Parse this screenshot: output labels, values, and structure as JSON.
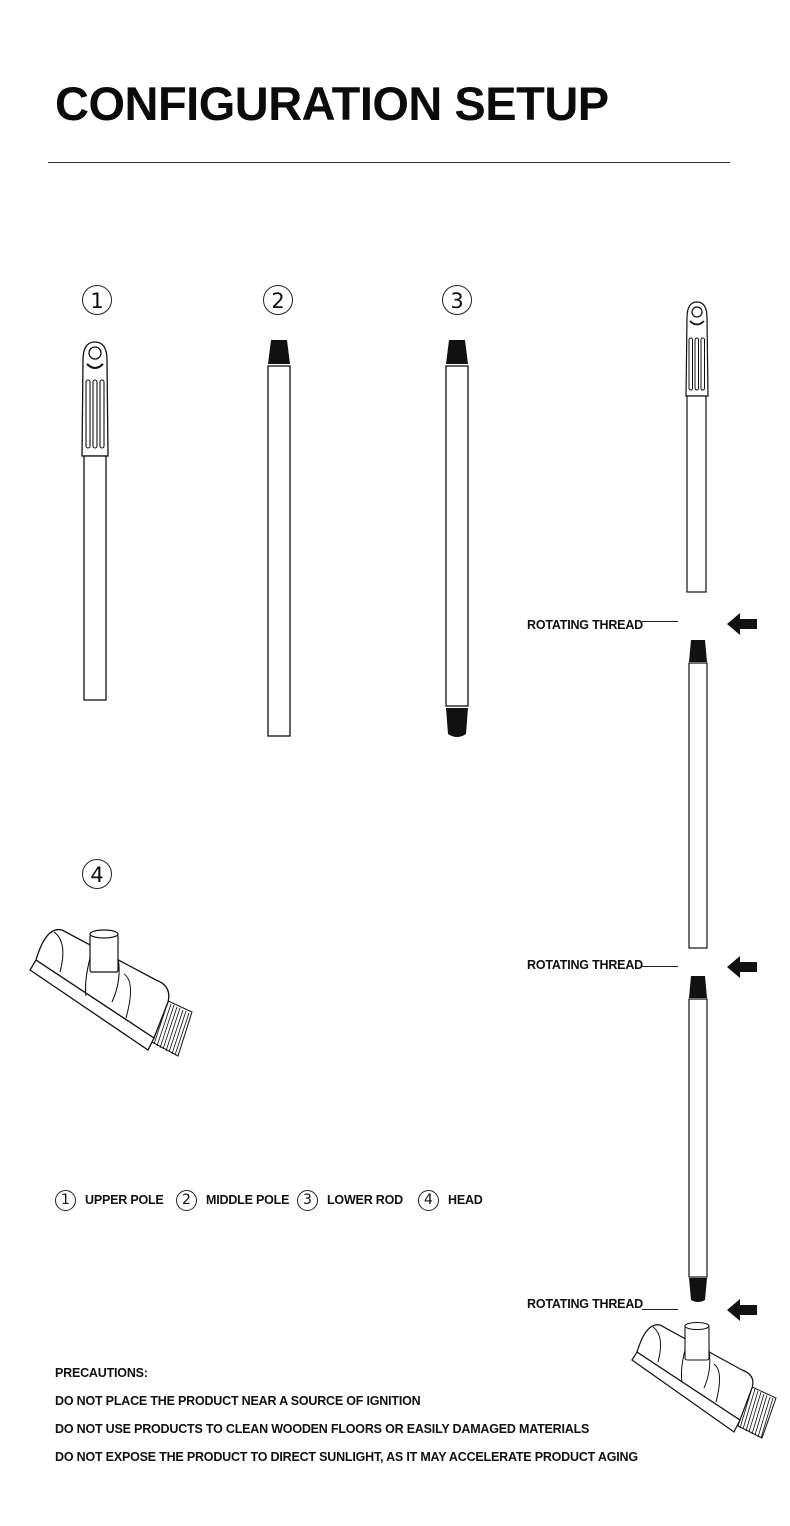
{
  "header": {
    "title": "CONFIGURATION SETUP"
  },
  "parts": {
    "n1": "1",
    "n2": "2",
    "n3": "3",
    "n4": "4"
  },
  "threads": [
    {
      "label": "ROTATING THREAD"
    },
    {
      "label": "ROTATING THREAD"
    },
    {
      "label": "ROTATING THREAD"
    }
  ],
  "legend": [
    {
      "num": "1",
      "label": "UPPER POLE"
    },
    {
      "num": "2",
      "label": "MIDDLE POLE"
    },
    {
      "num": "3",
      "label": "LOWER ROD"
    },
    {
      "num": "4",
      "label": "HEAD"
    }
  ],
  "precautions": {
    "heading": "PRECAUTIONS:",
    "items": [
      "DO NOT PLACE THE PRODUCT NEAR A SOURCE OF IGNITION",
      "DO NOT USE PRODUCTS TO CLEAN WOODEN FLOORS OR EASILY DAMAGED MATERIALS",
      "DO NOT EXPOSE THE PRODUCT TO DIRECT SUNLIGHT, AS IT MAY ACCELERATE PRODUCT AGING"
    ]
  },
  "colors": {
    "ink": "#111111",
    "background": "#ffffff"
  }
}
